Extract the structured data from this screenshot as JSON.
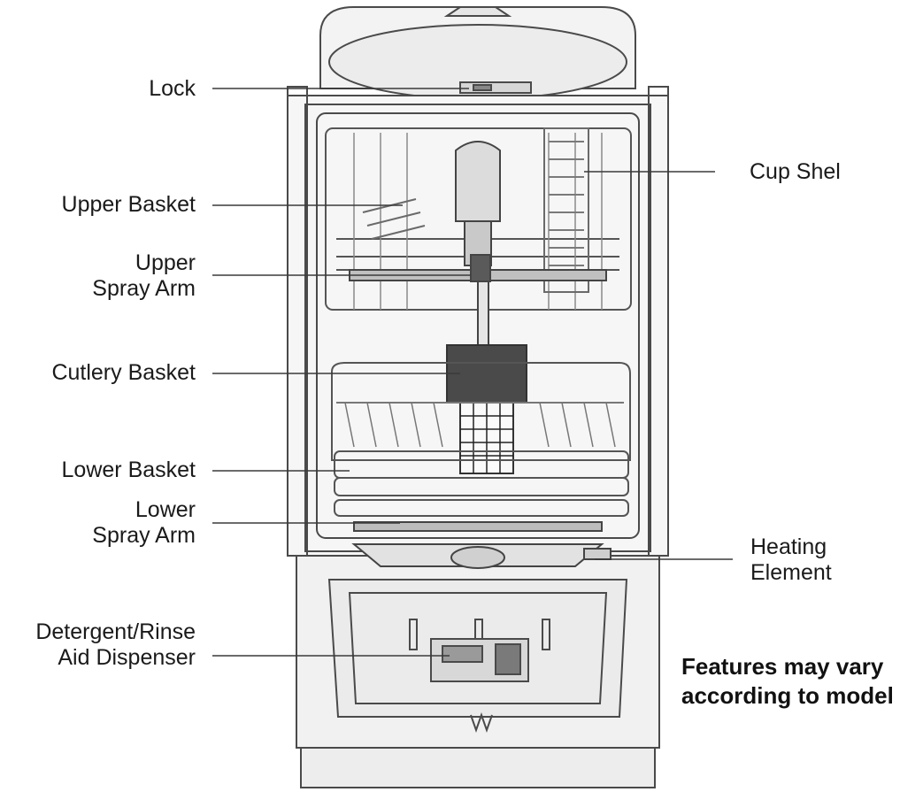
{
  "labels": {
    "lock": [
      "Lock"
    ],
    "upper_basket": [
      "Upper Basket"
    ],
    "upper_spray_arm": [
      "Upper",
      "Spray Arm"
    ],
    "cutlery_basket": [
      "Cutlery Basket"
    ],
    "lower_basket": [
      "Lower Basket"
    ],
    "lower_spray_arm": [
      "Lower",
      "Spray Arm"
    ],
    "detergent_dispenser": [
      "Detergent/Rinse",
      "Aid Dispenser"
    ],
    "cup_shelf": [
      "Cup Shel"
    ],
    "heating_element": [
      "Heating",
      "Element"
    ]
  },
  "note": [
    "Features may vary",
    "according to model"
  ],
  "colors": {
    "line": "#3a3a3a",
    "frame": "#5a5a5a",
    "fill": "#f3f3f3",
    "text": "#1a1a1a"
  }
}
